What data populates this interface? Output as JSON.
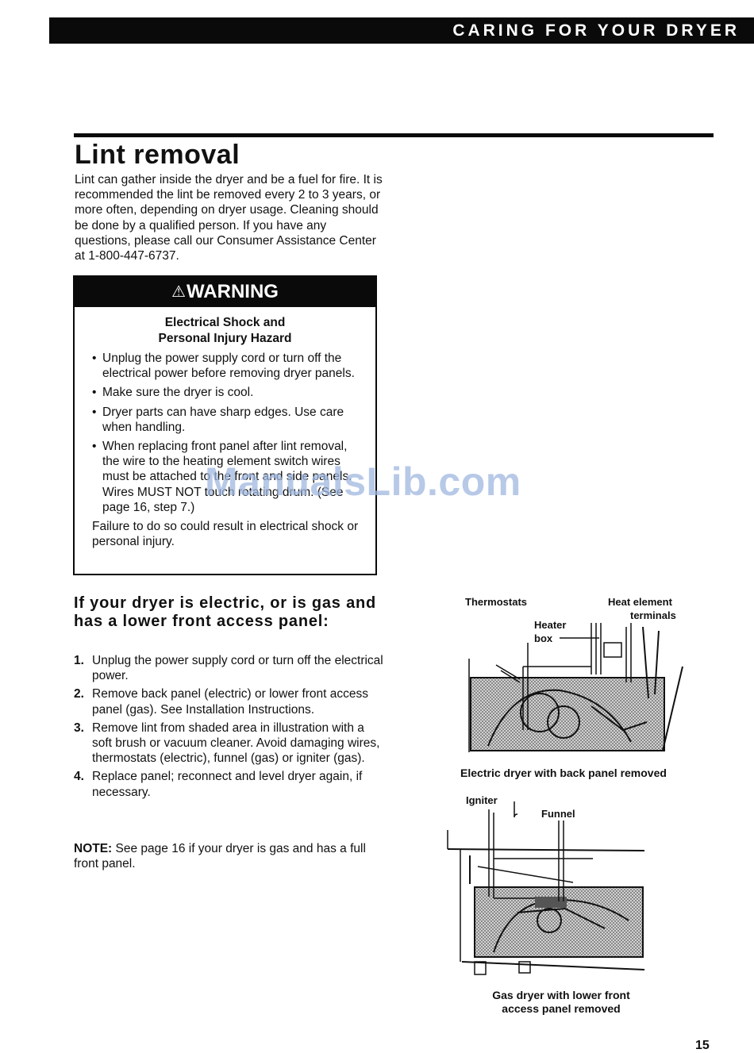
{
  "header": {
    "title": "CARING FOR YOUR DRYER"
  },
  "title": "Lint removal",
  "intro": "Lint can gather inside the dryer and be a fuel for fire. It is recommended the lint be removed every 2 to 3 years, or more often, depending on dryer usage. Cleaning should be done by a qualified person. If you have any questions, please call our Consumer Assistance Center at 1-800-447-6737.",
  "warning": {
    "label": "WARNING",
    "subtitle_line1": "Electrical Shock and",
    "subtitle_line2": "Personal Injury Hazard",
    "items": [
      "Unplug the power supply cord or turn off the electrical power before removing dryer panels.",
      "Make sure the dryer is cool.",
      "Dryer parts can have sharp edges. Use care when handling.",
      "When replacing front panel after lint removal, the wire to the heating element switch wires must be attached to the front and side panels. Wires MUST NOT touch rotating drum. (See page 16, step 7.)"
    ],
    "footer": "Failure to do so could result in electrical shock or personal injury."
  },
  "section": {
    "heading": "If your dryer is electric, or is gas and has a lower front access panel:",
    "steps": [
      {
        "num": "1.",
        "text": "Unplug the power supply cord or turn off the electrical power."
      },
      {
        "num": "2.",
        "text": "Remove back panel (electric) or lower front access panel (gas). See Installation Instructions."
      },
      {
        "num": "3.",
        "text": "Remove lint from shaded area in illustration with a soft brush or vacuum cleaner. Avoid damaging wires, thermostats (electric), funnel (gas) or igniter (gas)."
      },
      {
        "num": "4.",
        "text": "Replace panel; reconnect and level dryer again, if necessary."
      }
    ],
    "note_label": "NOTE:",
    "note_text": " See page 16 if your dryer is gas and has a full front panel."
  },
  "figure1": {
    "label_thermostats": "Thermostats",
    "label_heat_element_1": "Heat element",
    "label_heat_element_2": "terminals",
    "label_heater_1": "Heater",
    "label_heater_2": "box",
    "caption": "Electric dryer with back panel removed"
  },
  "figure2": {
    "label_igniter": "Igniter",
    "label_funnel": "Funnel",
    "caption_line1": "Gas dryer with lower front",
    "caption_line2": "access panel removed"
  },
  "page_number": "15",
  "watermark": "ManualsLib.com"
}
